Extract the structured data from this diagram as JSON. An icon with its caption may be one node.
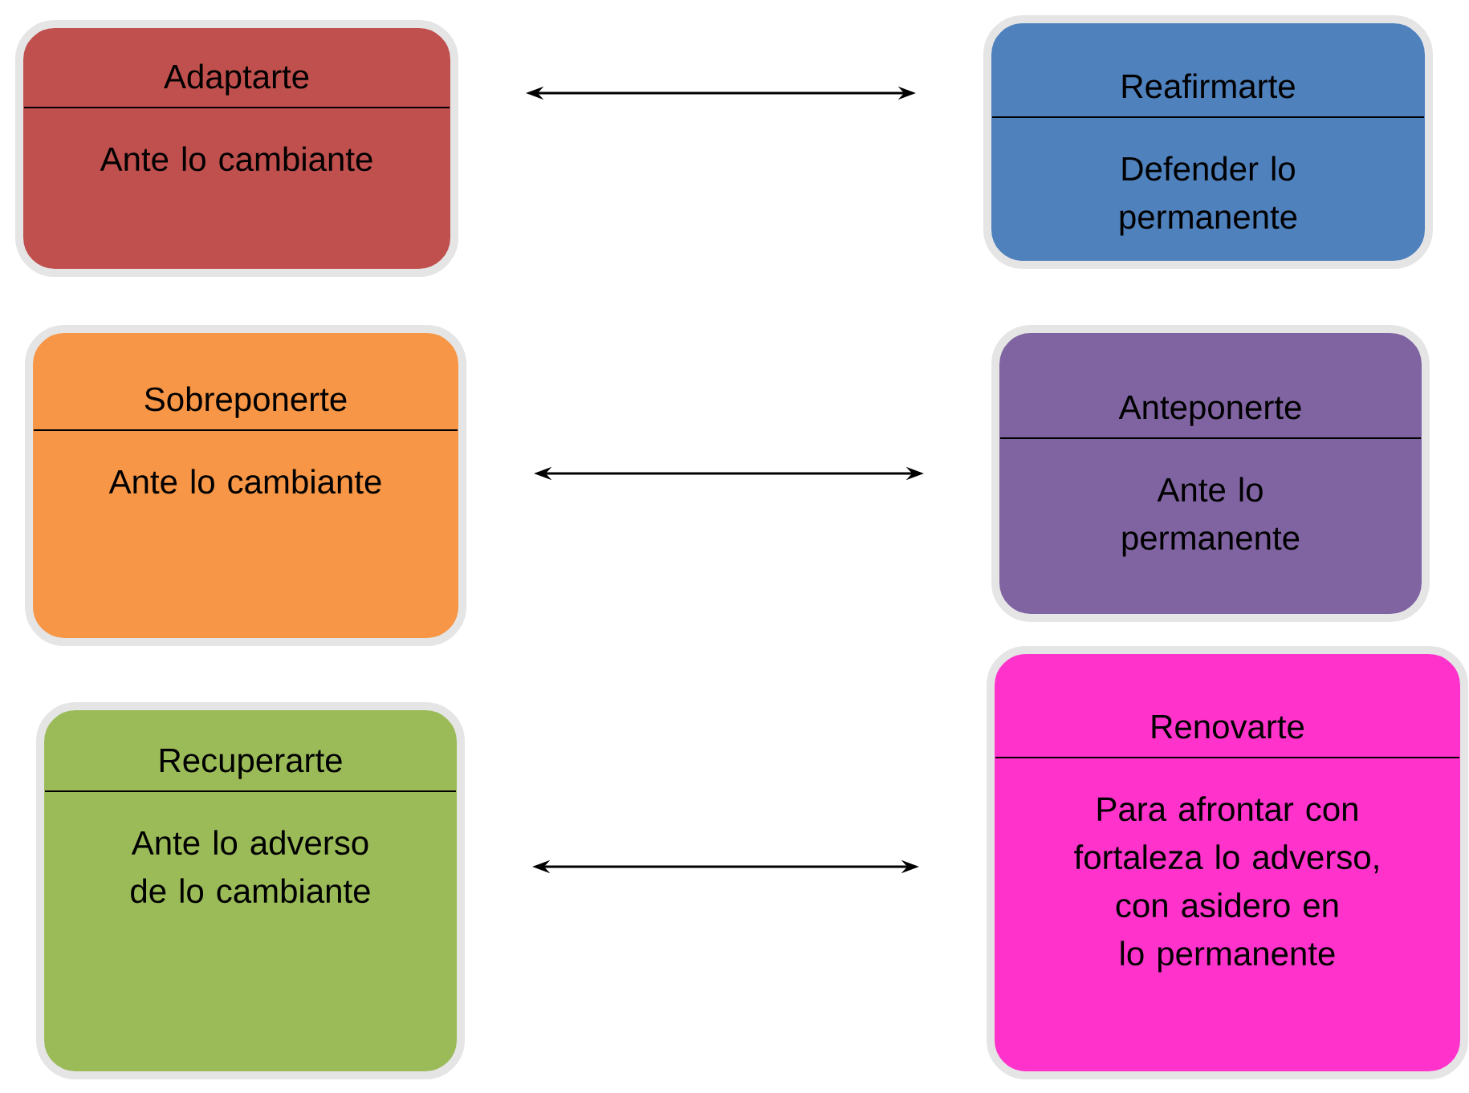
{
  "diagram": {
    "nodes": [
      {
        "text": [
          "Adaptarte",
          "Ante lo cambiante"
        ]
      },
      {
        "text": [
          "Reafirmarte",
          "Defender lo permanente"
        ]
      },
      {
        "text": [
          "Sobreponerte",
          "Ante lo cambiante"
        ]
      },
      {
        "text": [
          "Anteponerte",
          "Ante lo permanente"
        ]
      },
      {
        "text": [
          "Recuperarte",
          "Ante lo adverso de lo cambiante"
        ]
      },
      {
        "text": [
          "Renovarte",
          "Para afrontar con fortaleza lo adverso, con asidero en lo permanente"
        ]
      }
    ],
    "edges": [
      {
        "from": 0,
        "to": 1,
        "arrow": "both"
      },
      {
        "from": 2,
        "to": 3,
        "arrow": "both"
      },
      {
        "from": 4,
        "to": 5,
        "arrow": "both"
      }
    ]
  }
}
